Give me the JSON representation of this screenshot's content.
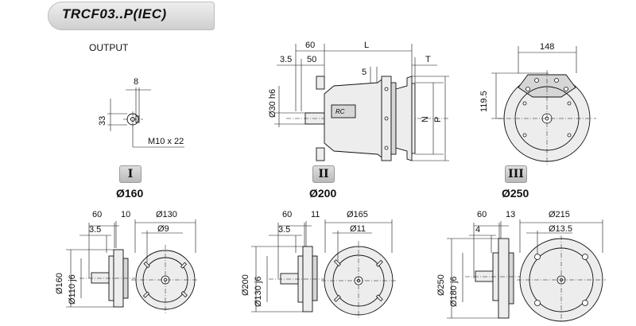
{
  "header": {
    "title": "TRCF03..P(IEC)"
  },
  "output_view": {
    "label": "OUTPUT",
    "dim_8": "8",
    "dim_33": "33",
    "thread": "M10 x 22"
  },
  "main_view": {
    "dim_60": "60",
    "dim_L": "L",
    "dim_3_5": "3.5",
    "dim_50": "50",
    "dim_T": "T",
    "dim_5": "5",
    "dim_shaft": "Ø30 h6",
    "dim_N": "N",
    "dim_P": "P",
    "dim_148": "148",
    "dim_119_5": "119.5"
  },
  "variants": [
    {
      "roman": "I",
      "flange": "Ø160",
      "d60": "60",
      "d10": "10",
      "d3_5": "3.5",
      "d130": "Ø130",
      "d9": "Ø9",
      "d160": "Ø160",
      "d110": "Ø110 j6"
    },
    {
      "roman": "II",
      "flange": "Ø200",
      "d60": "60",
      "d10": "11",
      "d3_5": "3.5",
      "d130": "Ø165",
      "d9": "Ø11",
      "d160": "Ø200",
      "d110": "Ø130 j6"
    },
    {
      "roman": "III",
      "flange": "Ø250",
      "d60": "60",
      "d10": "13",
      "d3_5": "4",
      "d130": "Ø215",
      "d9": "Ø13.5",
      "d160": "Ø250",
      "d110": "Ø180 j6"
    }
  ]
}
